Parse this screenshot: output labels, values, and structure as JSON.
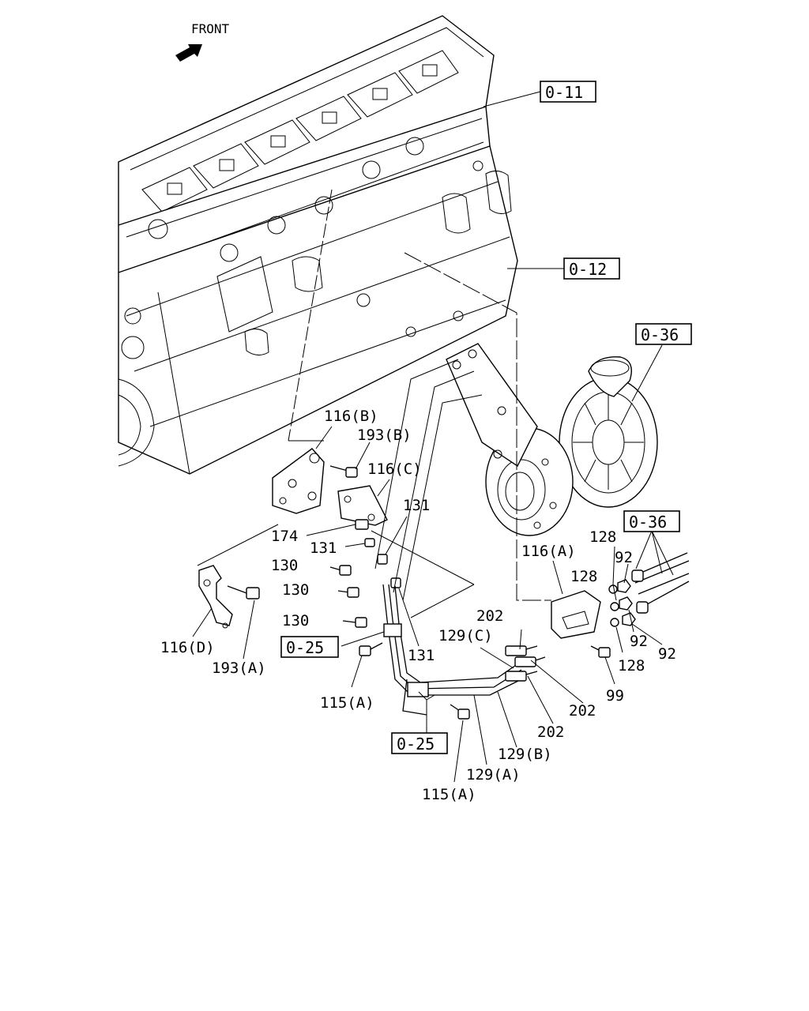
{
  "orientation_label": "FRONT",
  "icons": {
    "direction_arrow": "arrow-icon"
  },
  "reference_boxes": {
    "ref_0_11": "0-11",
    "ref_0_12": "0-12",
    "ref_0_36_upper": "0-36",
    "ref_0_36_lower": "0-36",
    "ref_0_25_upper": "0-25",
    "ref_0_25_lower": "0-25"
  },
  "callouts": {
    "c116b": "116(B)",
    "c193b": "193(B)",
    "c116c": "116(C)",
    "c131a": "131",
    "c174": "174",
    "c131b": "131",
    "c130a": "130",
    "c130b": "130",
    "c130c": "130",
    "c116d": "116(D)",
    "c193a": "193(A)",
    "c131c": "131",
    "c115a_upper": "115(A)",
    "c115a_lower": "115(A)",
    "c116a": "116(A)",
    "c128a": "128",
    "c92a": "92",
    "c128b": "128",
    "c92b": "92",
    "c92c": "92",
    "c128c": "128",
    "c99": "99",
    "c202a": "202",
    "c202b": "202",
    "c202c": "202",
    "c129c": "129(C)",
    "c129b": "129(B)",
    "c129a": "129(A)"
  }
}
